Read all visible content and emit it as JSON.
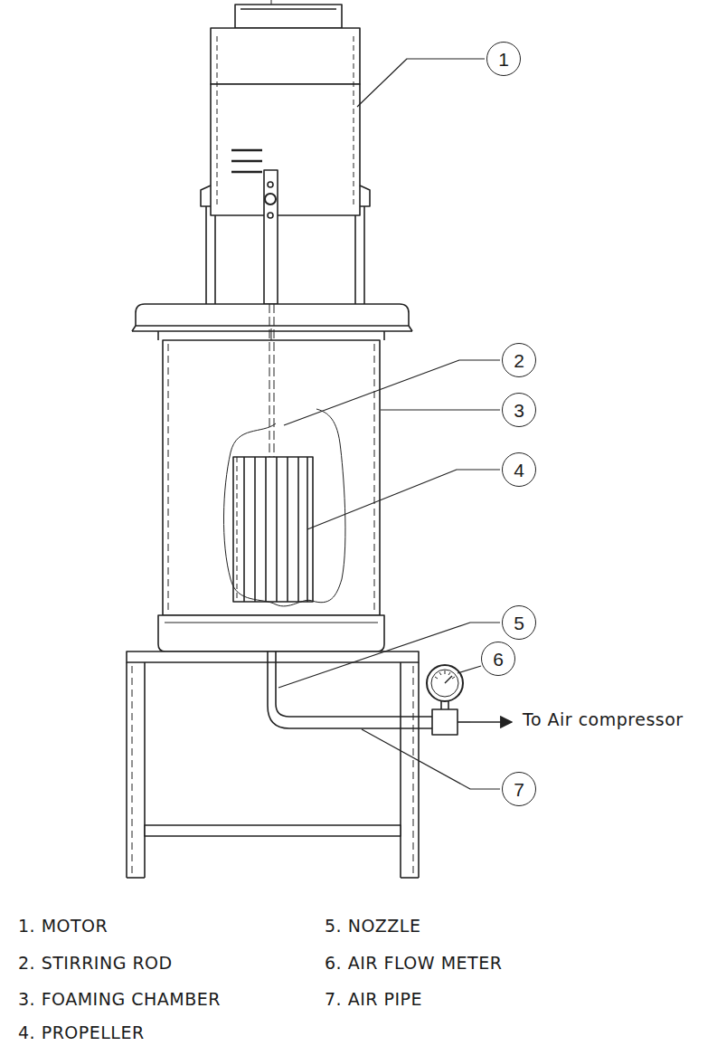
{
  "diagram": {
    "nodes": [
      {
        "text": [
          "1"
        ]
      },
      {
        "text": [
          "2"
        ]
      },
      {
        "text": [
          "3"
        ]
      },
      {
        "text": [
          "4"
        ]
      },
      {
        "text": [
          "5"
        ]
      },
      {
        "text": [
          "6"
        ]
      },
      {
        "text": [
          "7"
        ]
      }
    ],
    "labels": [
      "To Air compressor",
      "1. MOTOR",
      "2. STIRRING ROD",
      "3. FOAMING CHAMBER",
      "4. PROPELLER",
      "5. NOZZLE",
      "6. AIR FLOW METER",
      "7. AIR PIPE"
    ]
  }
}
